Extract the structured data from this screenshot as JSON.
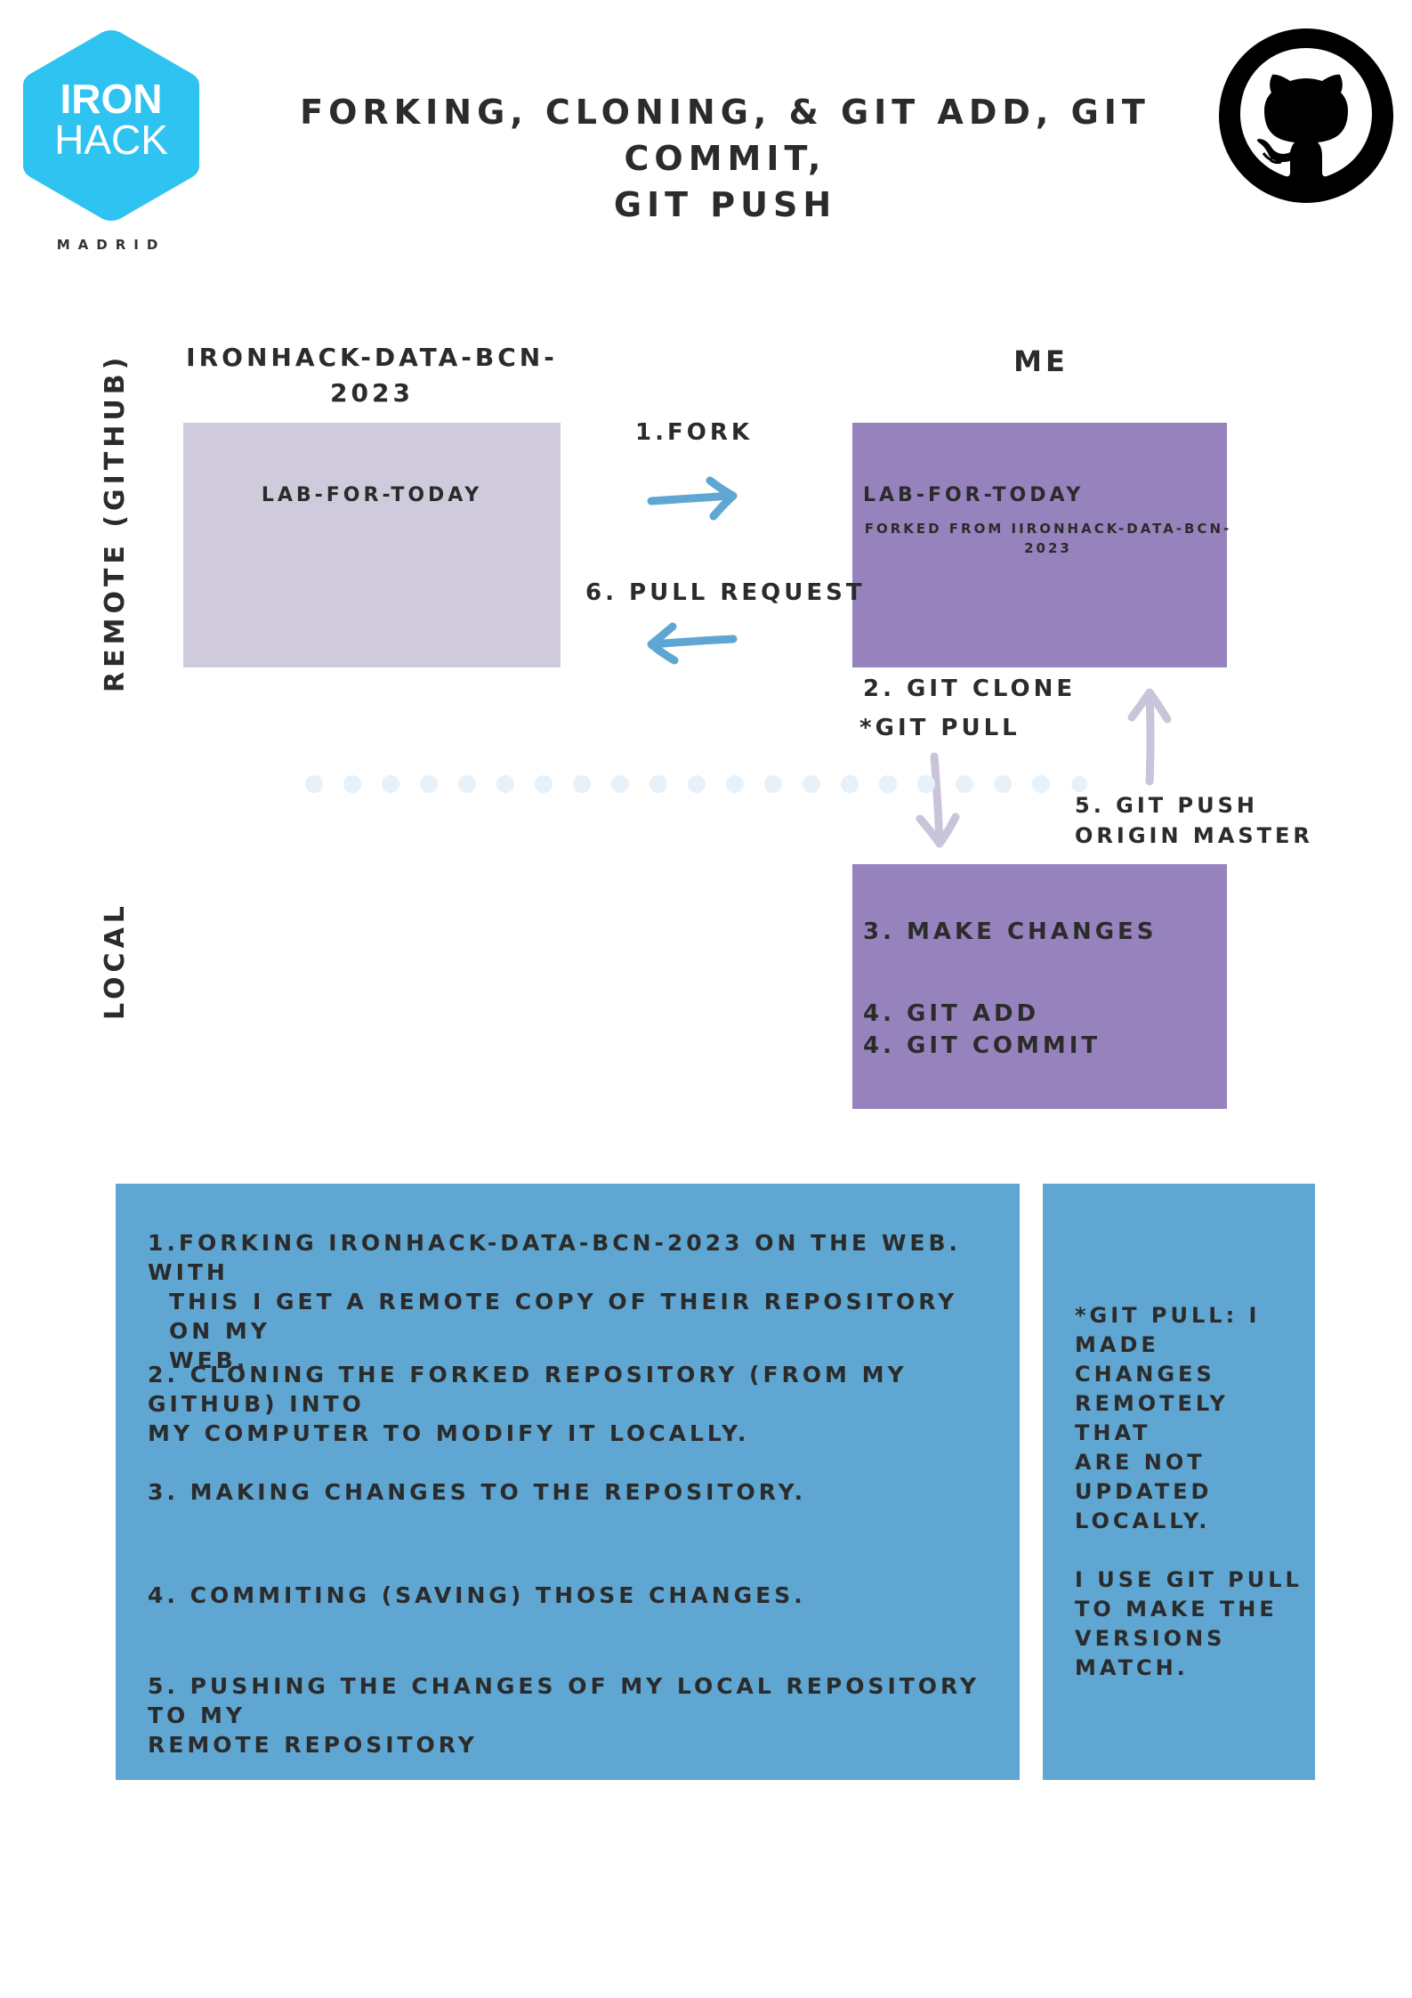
{
  "header": {
    "logo_line1": "IRON",
    "logo_line2": "HACK",
    "logo_sub": "MADRID",
    "title_line1": "FORKING, CLONING, & GIT ADD, GIT COMMIT,",
    "title_line2": "GIT PUSH",
    "github_logo": "github-octocat-icon"
  },
  "diagram": {
    "side_remote": "REMOTE (GITHUB)",
    "side_local": "LOCAL",
    "left_heading_line1": "IRONHACK-DATA-BCN-",
    "left_heading_line2": "2023",
    "right_heading": "ME",
    "left_box_label": "LAB-FOR-TODAY",
    "right_box_label": "LAB-FOR-TODAY",
    "right_box_sub_line1": "FORKED FROM IIRONHACK-DATA-BCN-",
    "right_box_sub_line2": "2023",
    "step_fork": "1.FORK",
    "step_pull_request": "6. PULL REQUEST",
    "step_clone": "2. GIT CLONE",
    "step_pull": "*GIT PULL",
    "step_push_line1": "5. GIT PUSH",
    "step_push_line2": "ORIGIN MASTER",
    "local_changes": "3. MAKE CHANGES",
    "local_add": "4. GIT ADD",
    "local_commit": "4. GIT COMMIT",
    "colors": {
      "grey_box": "#cfcbdc",
      "purple_box": "#9683bd",
      "arrow_blue": "#5fa7d2",
      "arrow_lilac": "#c9c4da",
      "panel_blue": "#5fa7d2",
      "logo_cyan": "#2ec3f0"
    }
  },
  "notes": {
    "step1_line1": "1.FORKING IRONHACK-DATA-BCN-2023 ON THE  WEB. WITH",
    "step1_line2": "THIS I GET A REMOTE COPY OF THEIR REPOSITORY ON MY",
    "step1_line3": "WEB.",
    "step2_line1": "2. CLONING THE FORKED REPOSITORY (FROM MY GITHUB) INTO",
    "step2_line2": "MY COMPUTER TO MODIFY IT LOCALLY.",
    "step3": "3. MAKING CHANGES TO THE REPOSITORY.",
    "step4": "4. COMMITING (SAVING) THOSE CHANGES.",
    "step5_line1": "5. PUSHING THE CHANGES OF MY LOCAL REPOSITORY TO MY",
    "step5_line2": "REMOTE REPOSITORY",
    "side_lines": [
      "*GIT PULL: I",
      "MADE CHANGES",
      "REMOTELY THAT",
      "ARE NOT",
      "UPDATED",
      "LOCALLY.",
      "",
      "I USE GIT PULL",
      "TO MAKE THE",
      "VERSIONS",
      "MATCH."
    ]
  }
}
